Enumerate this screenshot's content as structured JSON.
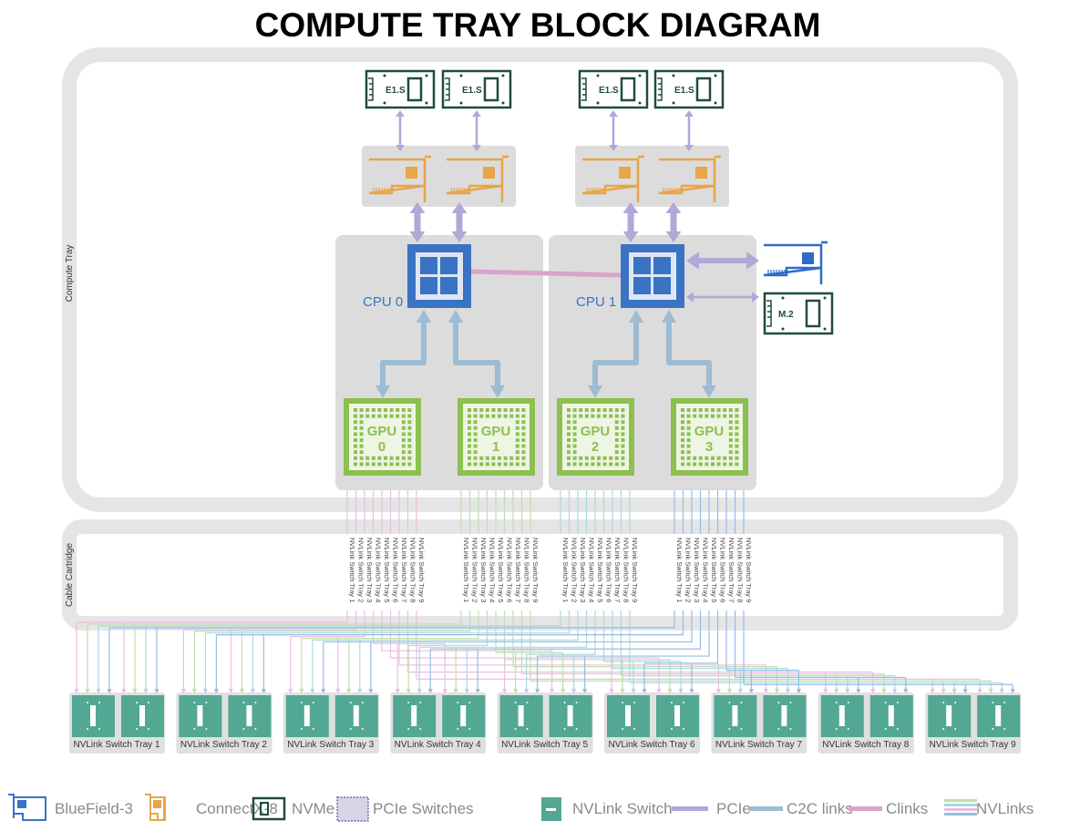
{
  "title": "COMPUTE TRAY BLOCK DIAGRAM",
  "compute_tray_label": "Compute Tray",
  "cable_cartridge_label": "Cable Cartridge",
  "nvme_labels": [
    "E1.S",
    "E1.S",
    "E1.S",
    "E1.S"
  ],
  "m2_label": "M.2",
  "cpus": [
    "CPU 0",
    "CPU 1"
  ],
  "gpus": [
    {
      "line1": "GPU",
      "line2": "0"
    },
    {
      "line1": "GPU",
      "line2": "1"
    },
    {
      "line1": "GPU",
      "line2": "2"
    },
    {
      "line1": "GPU",
      "line2": "3"
    }
  ],
  "cable_labels": [
    "NVLink Switch Tray 1",
    "NVLink Switch Tray 2",
    "NVLink Switch Tray 3",
    "NVLink Switch Tray 4",
    "NVLink Switch Tray 5",
    "NVLink Switch Tray 6",
    "NVLink Switch Tray 7",
    "NVLink Switch Tray 8",
    "NVLink Switch Tray 9"
  ],
  "trays": [
    "NVLink Switch Tray 1",
    "NVLink Switch Tray 2",
    "NVLink Switch Tray 3",
    "NVLink Switch Tray 4",
    "NVLink Switch Tray 5",
    "NVLink Switch Tray 6",
    "NVLink Switch Tray 7",
    "NVLink Switch Tray 8",
    "NVLink Switch Tray 9"
  ],
  "legend": {
    "bluefield": "BlueField-3",
    "connectx": "ConnectX-8",
    "nvme": "NVMe",
    "pcie_switches": "PCIe Switches",
    "nvlink_switch": "NVLink Switch",
    "pcie": "PCIe",
    "c2c": "C2C links",
    "clinks": "Clinks",
    "nvlinks": "NVLinks"
  },
  "colors": {
    "cpu": "#3a73c4",
    "gpu": "#8cc04f",
    "connectx": "#e8a54a",
    "nvme": "#1e4d3a",
    "pcie": "#b3a6d9",
    "c2c": "#9dbbd2",
    "clink": "#d9a3cc",
    "switch": "#52a892",
    "nvlink_gpu": [
      "#ebbde3",
      "#bfe0ae",
      "#aad9e2",
      "#94bde6"
    ]
  }
}
